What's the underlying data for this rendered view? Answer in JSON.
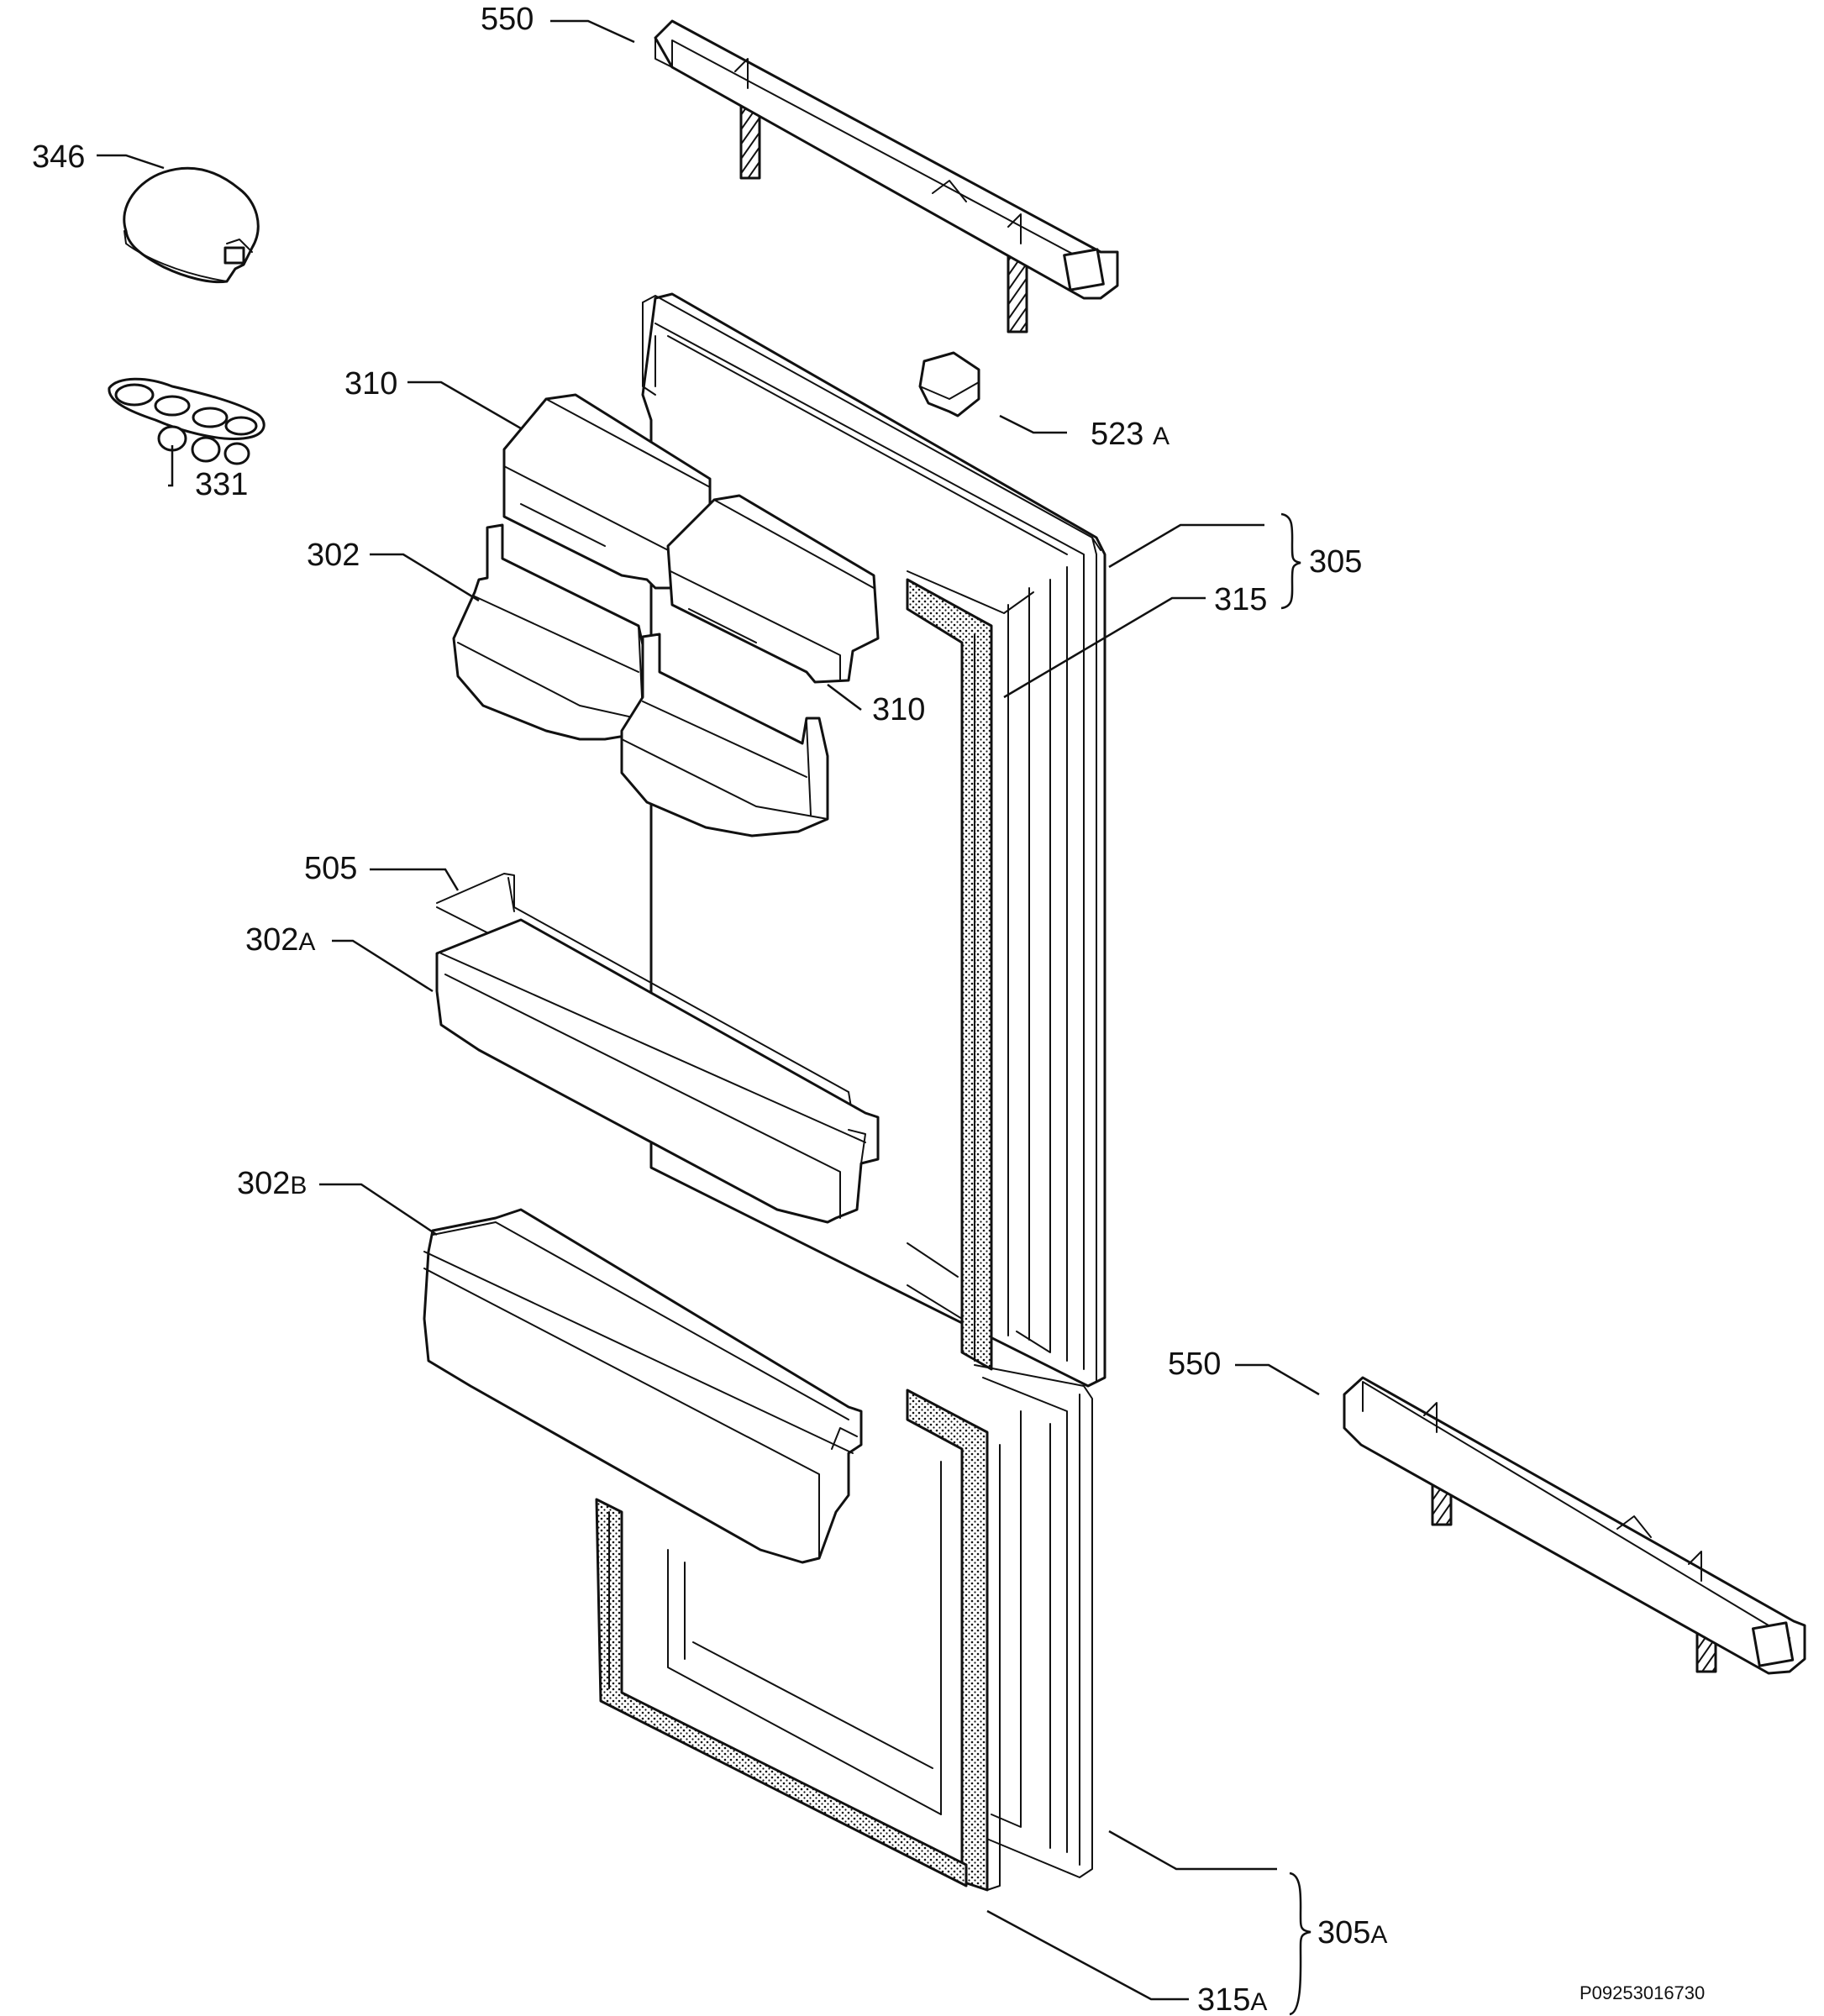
{
  "callouts": {
    "c550_top": {
      "num": "550",
      "suffix": ""
    },
    "c346": {
      "num": "346",
      "suffix": ""
    },
    "c331": {
      "num": "331",
      "suffix": ""
    },
    "c310_top": {
      "num": "310",
      "suffix": ""
    },
    "c523a": {
      "num": "523",
      "suffix": "A"
    },
    "c302": {
      "num": "302",
      "suffix": ""
    },
    "c305": {
      "num": "305",
      "suffix": ""
    },
    "c315": {
      "num": "315",
      "suffix": ""
    },
    "c310_mid": {
      "num": "310",
      "suffix": ""
    },
    "c505": {
      "num": "505",
      "suffix": ""
    },
    "c302a": {
      "num": "302",
      "suffix": "A"
    },
    "c302b": {
      "num": "302",
      "suffix": "B"
    },
    "c550_bottom": {
      "num": "550",
      "suffix": ""
    },
    "c305a": {
      "num": "305",
      "suffix": "A"
    },
    "c315a": {
      "num": "315",
      "suffix": "A"
    }
  },
  "drawing_code": "P09253016730"
}
